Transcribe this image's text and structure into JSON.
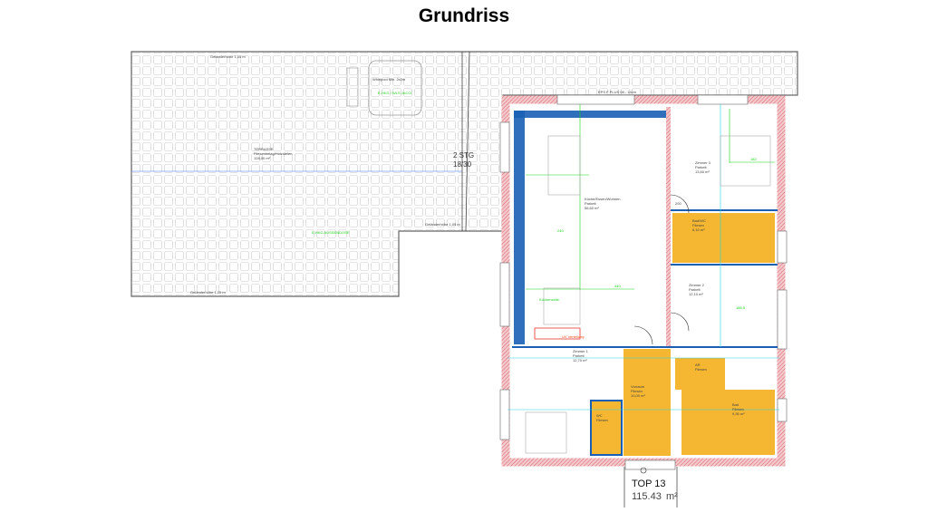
{
  "title": "Grundriss",
  "terrace": {
    "label": "TERRASSE",
    "sub1": "Fliesenbelag/Holzdielen",
    "sub2": "128,00 m²",
    "railing": "Geländerhöhe 1,05 m",
    "whirlpool": "Whirlpool Min. 2x2m",
    "whirlpool_note": "E-HKG / WLS JACCI",
    "outlet": "E-HKG AUSSENDOSE",
    "stairs1": "2 STG",
    "stairs2": "18/30",
    "rail_side": "Geländerhöhe 1,05 m"
  },
  "rooms": [
    {
      "name": "Küche/Essen/Wohnen",
      "floor": "Parkett",
      "area": "56,60 m²"
    },
    {
      "name": "Zimmer 3",
      "floor": "Parkett",
      "area": "13,60 m²"
    },
    {
      "name": "Bad/WC",
      "floor": "Fliesen",
      "area": "6,10 m²"
    },
    {
      "name": "Zimmer 2",
      "floor": "Parkett",
      "area": "12,10 m²"
    },
    {
      "name": "Zimmer 1",
      "floor": "Parkett",
      "area": "12,70 m²"
    },
    {
      "name": "Vorraum",
      "floor": "Fliesen",
      "area": "10,00 m²"
    },
    {
      "name": "AR",
      "floor": "Fliesen",
      "area": ""
    },
    {
      "name": "WC",
      "floor": "Fliesen",
      "area": ""
    },
    {
      "name": "Bad",
      "floor": "Fliesen",
      "area": "9,30 m²"
    }
  ],
  "annotations": {
    "window_top": "EPS F PLUS 08 - 14cm",
    "kitchen_note": "Küchenzeile",
    "distribution": "UV Verteilung",
    "door": "200",
    "dim_1": "440",
    "dim_2": "240",
    "dim_3": "182",
    "dim_4": "186,5"
  },
  "unit": {
    "name": "TOP 13",
    "area": "115.43",
    "unit": "m²"
  },
  "colors": {
    "wall": "#e0287d",
    "tile": "#f5b731",
    "blue": "#1a5fb4",
    "green": "#19d419",
    "cyan": "#22d3e6"
  }
}
